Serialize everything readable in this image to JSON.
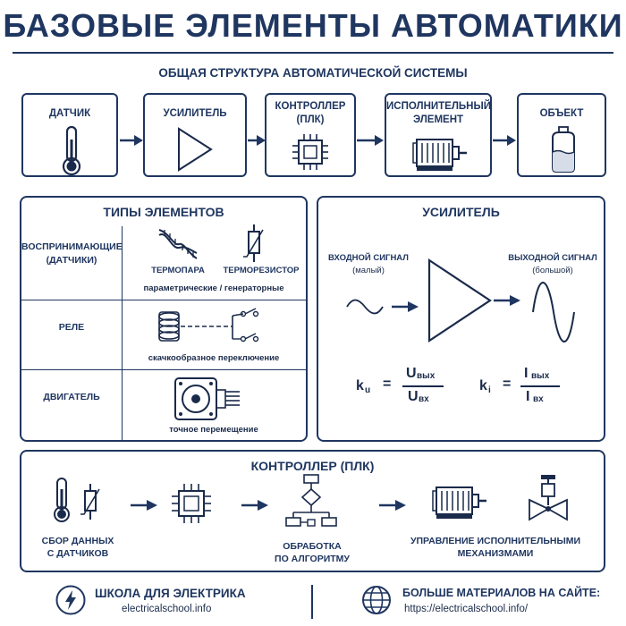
{
  "title": "БАЗОВЫЕ ЭЛЕМЕНТЫ АВТОМАТИКИ",
  "structure": {
    "heading": "ОБЩАЯ СТРУКТУРА АВТОМАТИЧЕСКОЙ СИСТЕМЫ",
    "blocks": [
      {
        "label": "ДАТЧИК",
        "icon": "thermometer-icon"
      },
      {
        "label": "УСИЛИТЕЛЬ",
        "icon": "amplifier-icon"
      },
      {
        "label_line1": "КОНТРОЛЛЕР",
        "label_line2": "(ПЛК)",
        "icon": "chip-icon"
      },
      {
        "label_line1": "ИСПОЛНИТЕЛЬНЫЙ",
        "label_line2": "ЭЛЕМЕНТ",
        "icon": "motor-icon"
      },
      {
        "label": "ОБЪЕКТ",
        "icon": "tank-icon"
      }
    ]
  },
  "types": {
    "heading": "ТИПЫ ЭЛЕМЕНТОВ",
    "rows": [
      {
        "label_line1": "ВОСПРИНИМАЮЩИЕ",
        "label_line2": "(ДАТЧИКИ)",
        "item1": "ТЕРМОПАРА",
        "item2": "ТЕРМОРЕЗИСТОР",
        "caption": "параметрические / генераторные"
      },
      {
        "label": "РЕЛЕ",
        "caption": "скачкообразное переключение"
      },
      {
        "label": "ДВИГАТЕЛЬ",
        "caption": "точное перемещение"
      }
    ]
  },
  "amplifier": {
    "heading": "УСИЛИТЕЛЬ",
    "input_label": "ВХОДНОЙ СИГНАЛ",
    "input_sub": "(малый)",
    "output_label": "ВЫХОДНОЙ СИГНАЛ",
    "output_sub": "(большой)",
    "ku_sym": "k",
    "ku_sub": "u",
    "ku_num": "U",
    "ku_num_sub": "вых",
    "ku_den": "U",
    "ku_den_sub": "вх",
    "ki_sym": "k",
    "ki_sub": "i",
    "ki_num": "I",
    "ki_num_sub": "вых",
    "ki_den": "I",
    "ki_den_sub": "вх",
    "eq": "="
  },
  "controller": {
    "heading": "КОНТРОЛЛЕР (ПЛК)",
    "step1_line1": "СБОР ДАННЫХ",
    "step1_line2": "С ДАТЧИКОВ",
    "step2_line1": "ОБРАБОТКА",
    "step2_line2": "ПО АЛГОРИТМУ",
    "step3_line1": "УПРАВЛЕНИЕ ИСПОЛНИТЕЛЬНЫМИ",
    "step3_line2": "МЕХАНИЗМАМИ"
  },
  "footer": {
    "left_title": "ШКОЛА ДЛЯ ЭЛЕКТРИКА",
    "left_sub": "electricalschool.info",
    "right_title": "БОЛЬШЕ МАТЕРИАЛОВ НА САЙТЕ:",
    "right_sub": "https://electricalschool.info/"
  },
  "colors": {
    "navy": "#1f3660",
    "text": "#1a2a4a",
    "background": "#ffffff"
  }
}
